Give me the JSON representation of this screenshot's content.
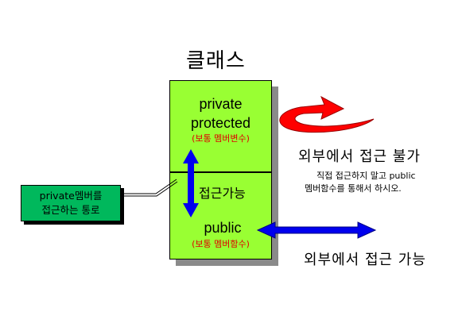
{
  "title": "클래스",
  "class_box": {
    "private_label": "private",
    "protected_label": "protected",
    "member_variable_note": "(보통 멤버변수)",
    "accessible_inside_label": "접근가능",
    "public_label": "public",
    "member_function_note": "(보통 멤버함수)"
  },
  "callout": {
    "line1": "private멤버를",
    "line2": "접근하는 통로"
  },
  "outside": {
    "inaccessible_label": "외부에서 접근 불가",
    "hint_line1": "직접 접근하지 말고 public",
    "hint_line2": "멤버함수를 통해서 하시오.",
    "accessible_label": "외부에서 접근 가능"
  },
  "colors": {
    "box_fill": "#99ff33",
    "callout_fill": "#00b85c",
    "note_red": "#e00000",
    "arrow_blue": "#0000ee",
    "arrow_red": "#ff0000"
  }
}
